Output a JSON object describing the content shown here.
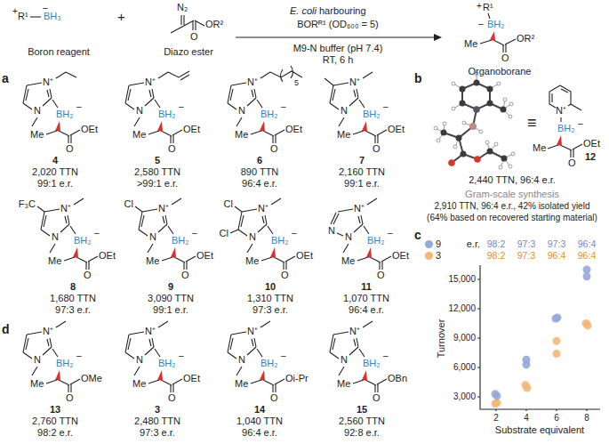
{
  "diagram": {
    "labels": [
      "+",
      "R¹",
      "–",
      "BH₃",
      "Boron reagent",
      "+",
      "N₂",
      "O",
      "OR²",
      "Diazo ester",
      "E. coli",
      "harbouring",
      "BORᴿ¹ (OD₆₀₀ = 5)",
      "M9-N buffer (pH 7.4)",
      "RT, 6 h",
      "+",
      "R¹",
      "–",
      "BH₂",
      "Me",
      "O",
      "OR²",
      "Organoborane",
      "a",
      "N⁺",
      "N",
      "BH₂",
      "–",
      "Me",
      "O",
      "OEt",
      "4",
      "2,020 TTN",
      "99:1 e.r.",
      "N⁺",
      "N",
      "BH₂",
      "–",
      "Me",
      "O",
      "OEt",
      "5",
      "2,580 TTN",
      ">99:1 e.r.",
      "N⁺",
      "N",
      "BH₂",
      "–",
      "Me",
      "O",
      "OEt",
      "5",
      "6",
      "890 TTN",
      "96:4 e.r.",
      "N⁺",
      "N",
      "BH₂",
      "–",
      "Me",
      "O",
      "OEt",
      "7",
      "2,160 TTN",
      "99:1 e.r.",
      "b",
      "≡",
      "N⁺",
      "BH₂",
      "–",
      "Me",
      "O",
      "OEt",
      "12",
      "2,440 TTN, 96:4 e.r.",
      "Gram-scale synthesis",
      "2,910 TTN, 96:4 e.r., 42% isolated yield",
      "(64% based on recovered starting material)",
      "N⁺",
      "N",
      "BH₂",
      "–",
      "Me",
      "O",
      "OEt",
      "F₃C",
      "8",
      "1,680 TTN",
      "97:3 e.r.",
      "N⁺",
      "N",
      "BH₂",
      "–",
      "Me",
      "O",
      "OEt",
      "Cl",
      "9",
      "3,090 TTN",
      "99:1 e.r.",
      "N⁺",
      "N",
      "BH₂",
      "–",
      "Me",
      "O",
      "OEt",
      "Cl",
      "Cl",
      "10",
      "1,310 TTN",
      "97:3 e.r.",
      "N⁺",
      "N",
      "BH₂",
      "–",
      "Me",
      "O",
      "OEt",
      "N",
      "11",
      "1,070 TTN",
      "96:4 e.r.",
      "c",
      "e.r.",
      "98:2",
      "97:3",
      "97:3",
      "96:4",
      "98:2",
      "97:3",
      "96:4",
      "96:4",
      "3,000",
      "6,000",
      "9,000",
      "12,000",
      "15,000",
      "Turnover",
      "2",
      "4",
      "6",
      "8",
      "Substrate equivalent",
      "d",
      "N⁺",
      "N",
      "BH₂",
      "–",
      "Me",
      "O",
      "OMe",
      "13",
      "2,760 TTN",
      "98:2 e.r.",
      "N⁺",
      "N",
      "BH₂",
      "–",
      "Me",
      "O",
      "OEt",
      "3",
      "2,480 TTN",
      "97:3 e.r.",
      "N⁺",
      "N",
      "BH₂",
      "–",
      "Me",
      "O",
      "Oi-Pr",
      "14",
      "1,040 TTN",
      "96:4 e.r.",
      "N⁺",
      "N",
      "BH₂",
      "–",
      "Me",
      "O",
      "OBn",
      "15",
      "2,560 TTN",
      "92:8 e.r."
    ],
    "legend": [
      {
        "text": "9",
        "color": "#95a9d8"
      },
      {
        "text": "3",
        "color": "#f2b874"
      }
    ]
  }
}
